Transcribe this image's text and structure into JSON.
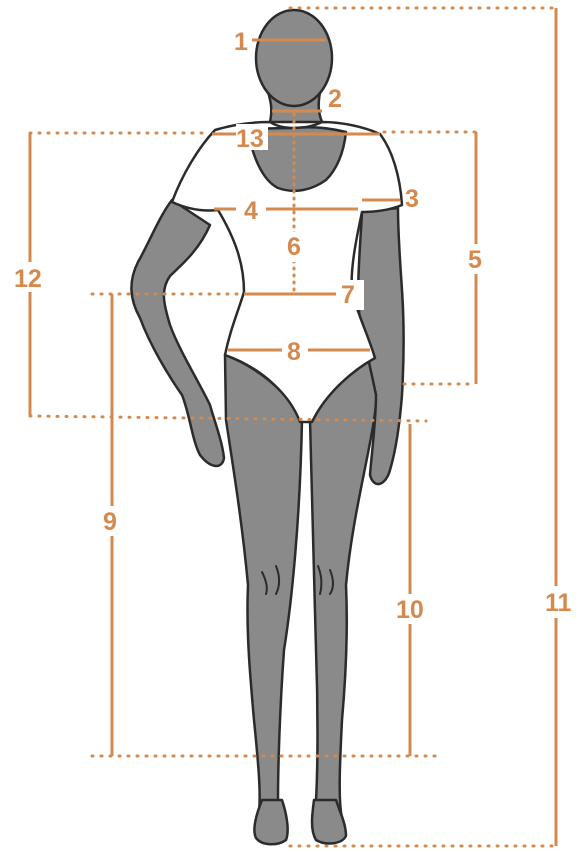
{
  "diagram": {
    "accent_color": "#d48a4e",
    "figure_color": "#8a8a8a",
    "outline_color": "#2b2b2b",
    "measurement_labels": {
      "m1": "1",
      "m2": "2",
      "m3": "3",
      "m4": "4",
      "m5": "5",
      "m6": "6",
      "m7": "7",
      "m8": "8",
      "m9": "9",
      "m10": "10",
      "m11": "11",
      "m12": "12",
      "m13": "13"
    }
  }
}
